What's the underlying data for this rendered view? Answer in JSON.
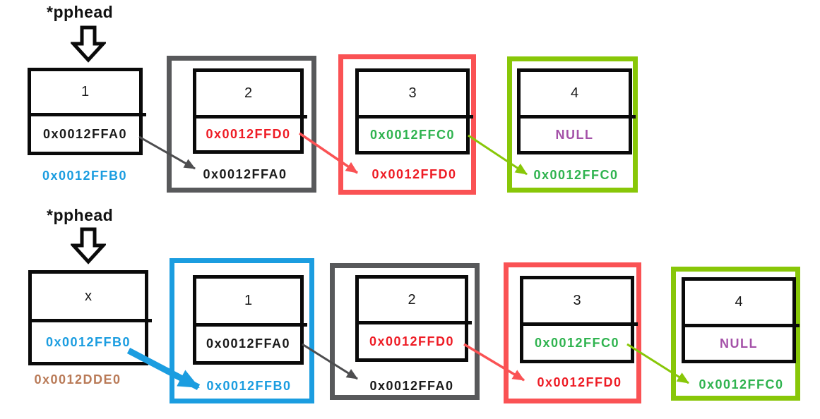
{
  "title": "linked list *pphead diagram",
  "colors": {
    "blue": "#1b9de0",
    "red_text": "#ee1c25",
    "red_frame": "#fa5254",
    "green_text": "#2fb34f",
    "green_frame": "#88c708",
    "purple": "#a451a8",
    "brown": "#b97a57",
    "gray_frame": "#58595b",
    "gray_arrow": "#4d4d4f",
    "black": "#1a1a1a"
  },
  "rows": [
    {
      "pointer_label": "*pphead",
      "nodes": [
        {
          "value": "1",
          "next": "0x0012FFA0",
          "next_color": "black",
          "address": "0x0012FFB0",
          "address_color": "blue",
          "frame": "none"
        },
        {
          "value": "2",
          "next": "0x0012FFD0",
          "next_color": "red",
          "address": "0x0012FFA0",
          "address_color": "black",
          "frame": "gray"
        },
        {
          "value": "3",
          "next": "0x0012FFC0",
          "next_color": "green",
          "address": "0x0012FFD0",
          "address_color": "red",
          "frame": "red"
        },
        {
          "value": "4",
          "next": "NULL",
          "next_color": "purple",
          "address": "0x0012FFC0",
          "address_color": "green",
          "frame": "green"
        }
      ]
    },
    {
      "pointer_label": "*pphead",
      "nodes": [
        {
          "value": "x",
          "next": "0x0012FFB0",
          "next_color": "blue",
          "address": "0x0012DDE0",
          "address_color": "brown",
          "frame": "none"
        },
        {
          "value": "1",
          "next": "0x0012FFA0",
          "next_color": "black",
          "address": "0x0012FFB0",
          "address_color": "blue",
          "frame": "blue"
        },
        {
          "value": "2",
          "next": "0x0012FFD0",
          "next_color": "red",
          "address": "0x0012FFA0",
          "address_color": "black",
          "frame": "gray"
        },
        {
          "value": "3",
          "next": "0x0012FFC0",
          "next_color": "green",
          "address": "0x0012FFD0",
          "address_color": "red",
          "frame": "red"
        },
        {
          "value": "4",
          "next": "NULL",
          "next_color": "purple",
          "address": "0x0012FFC0",
          "address_color": "green",
          "frame": "green"
        }
      ]
    }
  ],
  "arrows": [
    {
      "row": 1,
      "from": "node1.next",
      "to": "node2.address",
      "color": "gray",
      "thick": false
    },
    {
      "row": 1,
      "from": "node2.next",
      "to": "node3.address",
      "color": "red",
      "thick": false
    },
    {
      "row": 1,
      "from": "node3.next",
      "to": "node4.address",
      "color": "green",
      "thick": false
    },
    {
      "row": 2,
      "from": "nodeX.next",
      "to": "node1.address",
      "color": "blue",
      "thick": true
    },
    {
      "row": 2,
      "from": "node1.next",
      "to": "node2.address",
      "color": "gray",
      "thick": false
    },
    {
      "row": 2,
      "from": "node2.next",
      "to": "node3.address",
      "color": "red",
      "thick": false
    },
    {
      "row": 2,
      "from": "node3.next",
      "to": "node4.address",
      "color": "green",
      "thick": false
    }
  ]
}
